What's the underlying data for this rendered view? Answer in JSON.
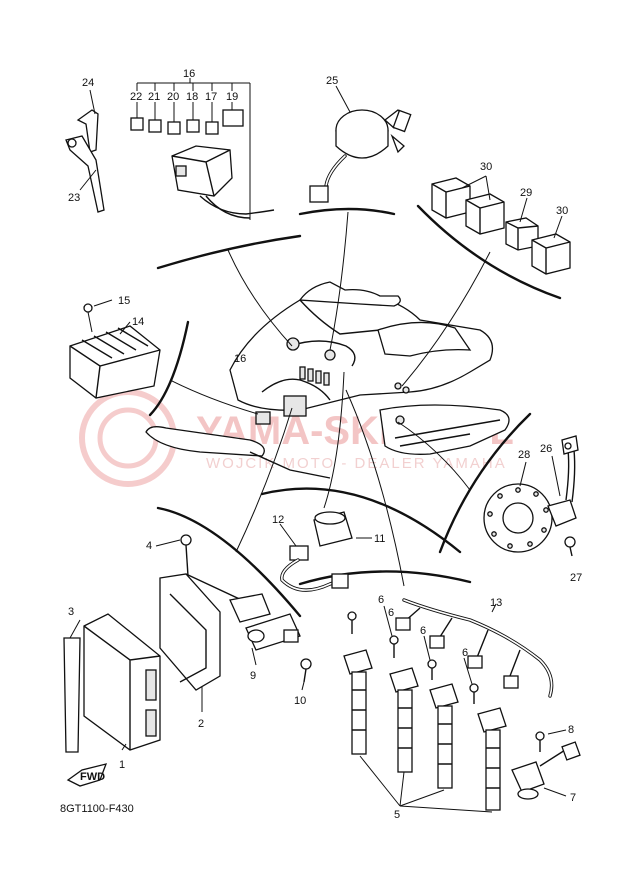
{
  "diagram_code": "8GT1100-F430",
  "fwd_label": "FWD",
  "watermark": {
    "main": "YAMA-SKLEP.PL",
    "sub": "WOJCIK MOTO - DEALER YAMAHA"
  },
  "callouts": {
    "c1": "1",
    "c2": "2",
    "c3": "3",
    "c4": "4",
    "c5": "5",
    "c6a": "6",
    "c6b": "6",
    "c6c": "6",
    "c6d": "6",
    "c7": "7",
    "c8": "8",
    "c9": "9",
    "c10": "10",
    "c11": "11",
    "c12": "12",
    "c13": "13",
    "c14": "14",
    "c15": "15",
    "c16a": "16",
    "c16b": "16",
    "c17": "17",
    "c18": "18",
    "c19": "19",
    "c20": "20",
    "c21": "21",
    "c22": "22",
    "c23": "23",
    "c24": "24",
    "c25": "25",
    "c26": "26",
    "c27": "27",
    "c28": "28",
    "c29": "29",
    "c30a": "30",
    "c30b": "30"
  },
  "colors": {
    "line": "#111111",
    "watermark": "#f2bcbc",
    "background": "#ffffff"
  }
}
